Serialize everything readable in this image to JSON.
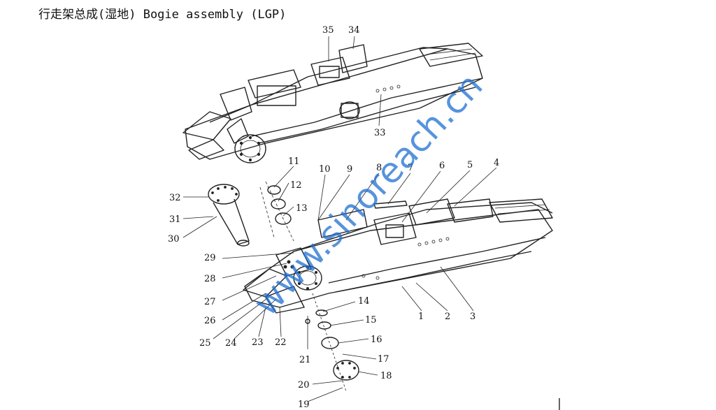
{
  "title": "行走架总成(湿地) Bogie assembly (LGP)",
  "watermark": "www.sinoreach.cn",
  "labels": [
    "1",
    "2",
    "3",
    "4",
    "5",
    "6",
    "7",
    "8",
    "9",
    "10",
    "11",
    "12",
    "13",
    "14",
    "15",
    "16",
    "17",
    "18",
    "19",
    "20",
    "21",
    "22",
    "23",
    "24",
    "25",
    "26",
    "27",
    "28",
    "29",
    "30",
    "31",
    "32",
    "33",
    "34",
    "35"
  ]
}
